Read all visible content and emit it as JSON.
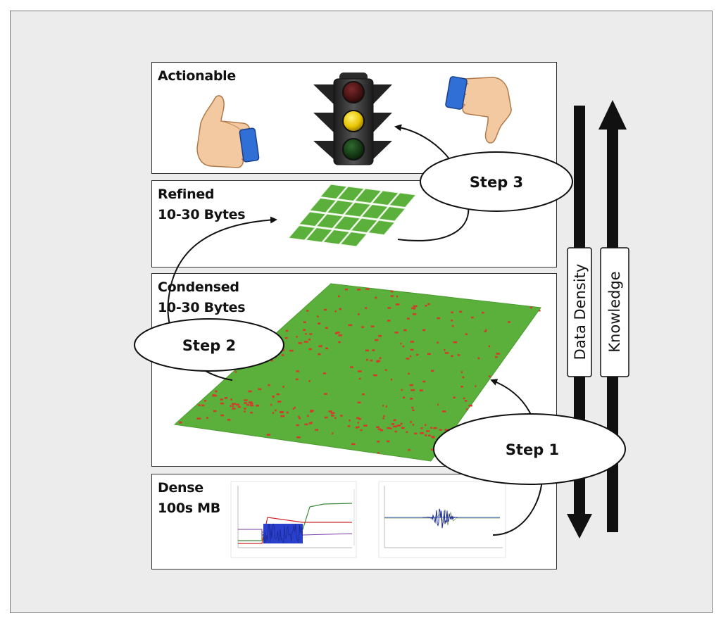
{
  "panels": {
    "actionable": {
      "line1": "Actionable"
    },
    "refined": {
      "line1": "Refined",
      "line2": "10-30 Bytes"
    },
    "condensed": {
      "line1": "Condensed",
      "line2": "10-30 Bytes"
    },
    "dense": {
      "line1": "Dense",
      "line2": "100s MB"
    }
  },
  "steps": {
    "step1": "Step 1",
    "step2": "Step 2",
    "step3": "Step 3"
  },
  "axes": {
    "down_label": "Data Density",
    "up_label": "Knowledge"
  },
  "colors": {
    "grid_green": "#5ab03a",
    "anomaly_red": "#d63a2a",
    "signal_blue": "#2a3fcc",
    "arrow": "#111111",
    "cuff": "#2f6fd6",
    "hand": "#f2c9a0"
  },
  "icons": {
    "thumbs_up": "thumbs-up-icon",
    "traffic_light": "traffic-light-icon",
    "thumbs_down": "thumbs-down-icon"
  }
}
